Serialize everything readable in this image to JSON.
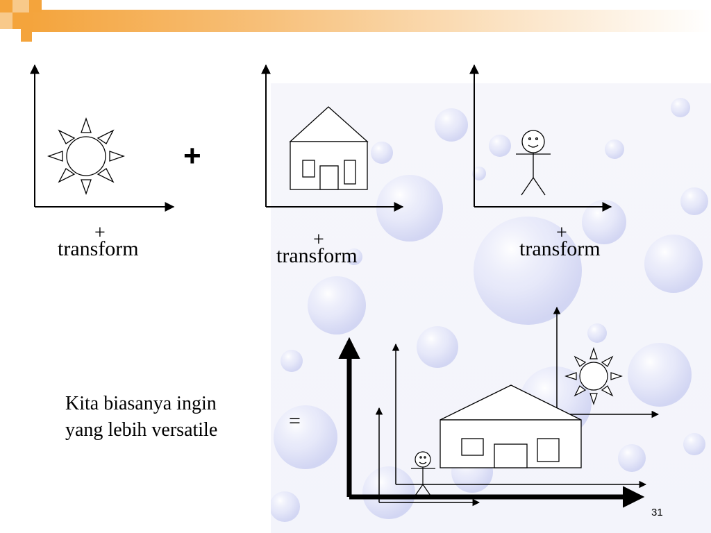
{
  "diagram": {
    "operator_plus": "+",
    "panels": [
      {
        "id": "sun",
        "plus": "+",
        "label": "transform"
      },
      {
        "id": "house",
        "plus": "+",
        "label": "transform"
      },
      {
        "id": "stickman",
        "plus": "+",
        "label": "transform"
      }
    ],
    "caption_line1": "Kita biasanya ingin",
    "caption_line2": "yang lebih versatile",
    "equals": "="
  },
  "page_number": "31",
  "colors": {
    "accent": "#f4a43c",
    "bubble": "#c9cdf2",
    "ink": "#000000"
  }
}
